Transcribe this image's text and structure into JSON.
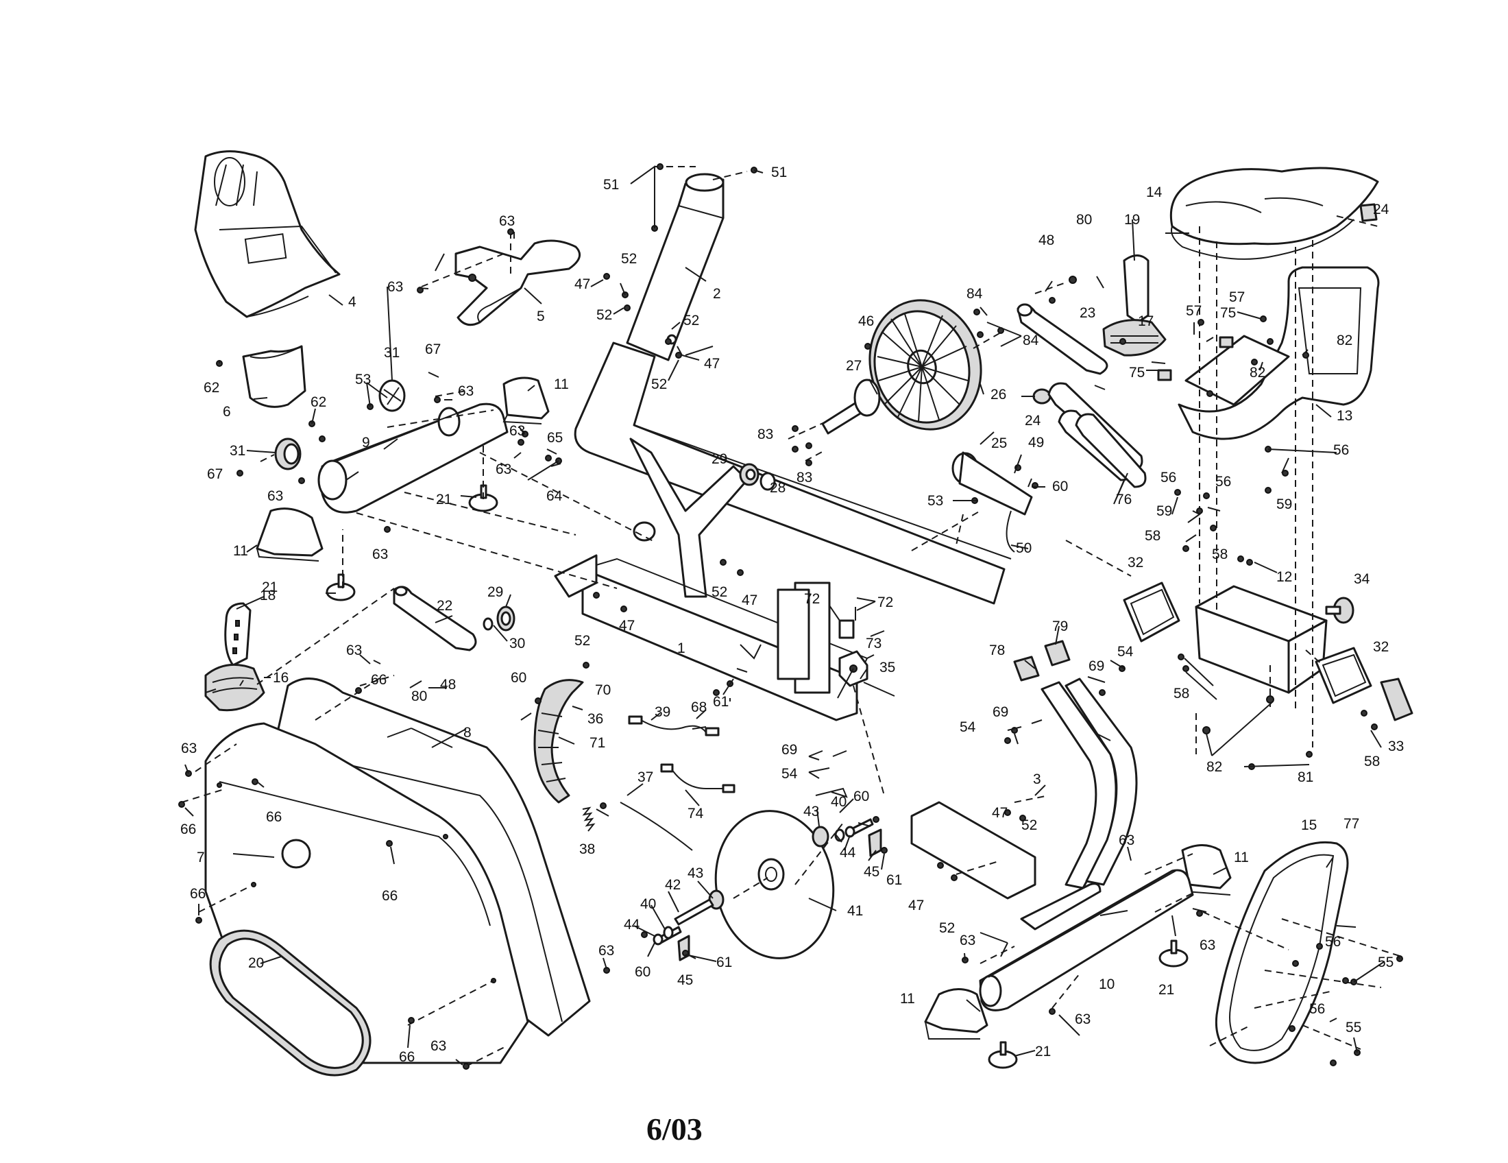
{
  "date_code": "6/03",
  "callouts": [
    {
      "id": "c1",
      "text": "1"
    },
    {
      "id": "c2",
      "text": "2"
    },
    {
      "id": "c3",
      "text": "3"
    },
    {
      "id": "c4",
      "text": "4"
    },
    {
      "id": "c5",
      "text": "5"
    },
    {
      "id": "c6",
      "text": "6"
    },
    {
      "id": "c7",
      "text": "7"
    },
    {
      "id": "c8",
      "text": "8"
    },
    {
      "id": "c9",
      "text": "9"
    },
    {
      "id": "c10",
      "text": "10"
    },
    {
      "id": "c11a",
      "text": "11"
    },
    {
      "id": "c11b",
      "text": "11"
    },
    {
      "id": "c11c",
      "text": "11"
    },
    {
      "id": "c11d",
      "text": "11"
    },
    {
      "id": "c12",
      "text": "12"
    },
    {
      "id": "c13",
      "text": "13"
    },
    {
      "id": "c14",
      "text": "14"
    },
    {
      "id": "c15",
      "text": "15"
    },
    {
      "id": "c16",
      "text": "16"
    },
    {
      "id": "c17",
      "text": "17"
    },
    {
      "id": "c18",
      "text": "18"
    },
    {
      "id": "c19",
      "text": "19"
    },
    {
      "id": "c20",
      "text": "20"
    },
    {
      "id": "c21a",
      "text": "21"
    },
    {
      "id": "c21b",
      "text": "21"
    },
    {
      "id": "c21c",
      "text": "21"
    },
    {
      "id": "c21d",
      "text": "21"
    },
    {
      "id": "c22",
      "text": "22"
    },
    {
      "id": "c23",
      "text": "23"
    },
    {
      "id": "c24a",
      "text": "24"
    },
    {
      "id": "c24b",
      "text": "24"
    },
    {
      "id": "c25",
      "text": "25"
    },
    {
      "id": "c26",
      "text": "26"
    },
    {
      "id": "c27",
      "text": "27"
    },
    {
      "id": "c28",
      "text": "28"
    },
    {
      "id": "c29a",
      "text": "29"
    },
    {
      "id": "c29b",
      "text": "29"
    },
    {
      "id": "c30",
      "text": "30"
    },
    {
      "id": "c31a",
      "text": "31"
    },
    {
      "id": "c31b",
      "text": "31"
    },
    {
      "id": "c32a",
      "text": "32"
    },
    {
      "id": "c32b",
      "text": "32"
    },
    {
      "id": "c33",
      "text": "33"
    },
    {
      "id": "c34",
      "text": "34"
    },
    {
      "id": "c35",
      "text": "35"
    },
    {
      "id": "c36",
      "text": "36"
    },
    {
      "id": "c37",
      "text": "37"
    },
    {
      "id": "c38",
      "text": "38"
    },
    {
      "id": "c39",
      "text": "39"
    },
    {
      "id": "c40a",
      "text": "40"
    },
    {
      "id": "c40b",
      "text": "40"
    },
    {
      "id": "c41",
      "text": "41"
    },
    {
      "id": "c42",
      "text": "42"
    },
    {
      "id": "c43a",
      "text": "43"
    },
    {
      "id": "c43b",
      "text": "43"
    },
    {
      "id": "c44a",
      "text": "44"
    },
    {
      "id": "c44b",
      "text": "44"
    },
    {
      "id": "c45a",
      "text": "45"
    },
    {
      "id": "c45b",
      "text": "45"
    },
    {
      "id": "c46",
      "text": "46"
    },
    {
      "id": "c47a",
      "text": "47"
    },
    {
      "id": "c47b",
      "text": "47"
    },
    {
      "id": "c47c",
      "text": "47"
    },
    {
      "id": "c47d",
      "text": "47"
    },
    {
      "id": "c47e",
      "text": "47"
    },
    {
      "id": "c47f",
      "text": "47"
    },
    {
      "id": "c48a",
      "text": "48"
    },
    {
      "id": "c48b",
      "text": "48"
    },
    {
      "id": "c49",
      "text": "49"
    },
    {
      "id": "c50",
      "text": "50"
    },
    {
      "id": "c51a",
      "text": "51"
    },
    {
      "id": "c51b",
      "text": "51"
    },
    {
      "id": "c52a",
      "text": "52"
    },
    {
      "id": "c52b",
      "text": "52"
    },
    {
      "id": "c52c",
      "text": "52"
    },
    {
      "id": "c52d",
      "text": "52"
    },
    {
      "id": "c52e",
      "text": "52"
    },
    {
      "id": "c52f",
      "text": "52"
    },
    {
      "id": "c52g",
      "text": "52"
    },
    {
      "id": "c52h",
      "text": "52"
    },
    {
      "id": "c53a",
      "text": "53"
    },
    {
      "id": "c53b",
      "text": "53"
    },
    {
      "id": "c54a",
      "text": "54"
    },
    {
      "id": "c54b",
      "text": "54"
    },
    {
      "id": "c54c",
      "text": "54"
    },
    {
      "id": "c55a",
      "text": "55"
    },
    {
      "id": "c55b",
      "text": "55"
    },
    {
      "id": "c56a",
      "text": "56"
    },
    {
      "id": "c56b",
      "text": "56"
    },
    {
      "id": "c56c",
      "text": "56"
    },
    {
      "id": "c56d",
      "text": "56"
    },
    {
      "id": "c56e",
      "text": "56"
    },
    {
      "id": "c57a",
      "text": "57"
    },
    {
      "id": "c57b",
      "text": "57"
    },
    {
      "id": "c58a",
      "text": "58"
    },
    {
      "id": "c58b",
      "text": "58"
    },
    {
      "id": "c58c",
      "text": "58"
    },
    {
      "id": "c58d",
      "text": "58"
    },
    {
      "id": "c59a",
      "text": "59"
    },
    {
      "id": "c59b",
      "text": "59"
    },
    {
      "id": "c60a",
      "text": "60"
    },
    {
      "id": "c60b",
      "text": "60"
    },
    {
      "id": "c60c",
      "text": "60"
    },
    {
      "id": "c60d",
      "text": "60"
    },
    {
      "id": "c61a",
      "text": "61"
    },
    {
      "id": "c61b",
      "text": "61"
    },
    {
      "id": "c61c",
      "text": "61"
    },
    {
      "id": "c62a",
      "text": "62"
    },
    {
      "id": "c62b",
      "text": "62"
    },
    {
      "id": "c63a",
      "text": "63"
    },
    {
      "id": "c63b",
      "text": "63"
    },
    {
      "id": "c63c",
      "text": "63"
    },
    {
      "id": "c63d",
      "text": "63"
    },
    {
      "id": "c63e",
      "text": "63"
    },
    {
      "id": "c63f",
      "text": "63"
    },
    {
      "id": "c63g",
      "text": "63"
    },
    {
      "id": "c63h",
      "text": "63"
    },
    {
      "id": "c63i",
      "text": "63"
    },
    {
      "id": "c63j",
      "text": "63"
    },
    {
      "id": "c63k",
      "text": "63"
    },
    {
      "id": "c63l",
      "text": "63"
    },
    {
      "id": "c63m",
      "text": "63"
    },
    {
      "id": "c63n",
      "text": "63"
    },
    {
      "id": "c63o",
      "text": "63"
    },
    {
      "id": "c64",
      "text": "64"
    },
    {
      "id": "c65",
      "text": "65"
    },
    {
      "id": "c66a",
      "text": "66"
    },
    {
      "id": "c66b",
      "text": "66"
    },
    {
      "id": "c66c",
      "text": "66"
    },
    {
      "id": "c66d",
      "text": "66"
    },
    {
      "id": "c66e",
      "text": "66"
    },
    {
      "id": "c66f",
      "text": "66"
    },
    {
      "id": "c67a",
      "text": "67"
    },
    {
      "id": "c67b",
      "text": "67"
    },
    {
      "id": "c68",
      "text": "68"
    },
    {
      "id": "c69a",
      "text": "69"
    },
    {
      "id": "c69b",
      "text": "69"
    },
    {
      "id": "c69c",
      "text": "69"
    },
    {
      "id": "c70",
      "text": "70"
    },
    {
      "id": "c71",
      "text": "71"
    },
    {
      "id": "c72a",
      "text": "72"
    },
    {
      "id": "c72b",
      "text": "72"
    },
    {
      "id": "c73",
      "text": "73"
    },
    {
      "id": "c74",
      "text": "74"
    },
    {
      "id": "c75a",
      "text": "75"
    },
    {
      "id": "c75b",
      "text": "75"
    },
    {
      "id": "c76",
      "text": "76"
    },
    {
      "id": "c77",
      "text": "77"
    },
    {
      "id": "c78",
      "text": "78"
    },
    {
      "id": "c79",
      "text": "79"
    },
    {
      "id": "c80a",
      "text": "80"
    },
    {
      "id": "c80b",
      "text": "80"
    },
    {
      "id": "c81",
      "text": "81"
    },
    {
      "id": "c82a",
      "text": "82"
    },
    {
      "id": "c82b",
      "text": "82"
    },
    {
      "id": "c82c",
      "text": "82"
    },
    {
      "id": "c83a",
      "text": "83"
    },
    {
      "id": "c83b",
      "text": "83"
    },
    {
      "id": "c84a",
      "text": "84"
    },
    {
      "id": "c84b",
      "text": "84"
    }
  ]
}
